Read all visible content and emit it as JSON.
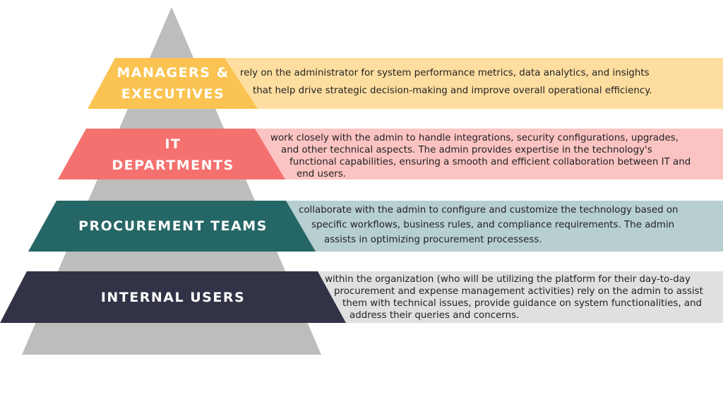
{
  "colors": {
    "pyramid": "#bdbdbb",
    "managers": "#fbc351",
    "managers_band": "#fedea0",
    "it": "#f4716f",
    "it_band": "#fbc4c3",
    "procurement": "#256766",
    "procurement_band": "#b7cfd0",
    "internal": "#323346",
    "internal_band": "#e0e0e0"
  },
  "tiers": [
    {
      "label_lines": [
        "MANAGERS &",
        "EXECUTIVES"
      ],
      "description_lines": [
        "rely on the administrator for system performance metrics, data analytics, and insights",
        "that help drive strategic decision-making and improve overall operational efficiency."
      ]
    },
    {
      "label_lines": [
        "IT",
        "DEPARTMENTS"
      ],
      "description_lines": [
        "work closely with the admin to handle integrations, security configurations, upgrades,",
        "and other technical aspects. The admin provides expertise in the technology's",
        "functional capabilities, ensuring a smooth and efficient collaboration between IT and",
        "end users."
      ]
    },
    {
      "label_lines": [
        "PROCUREMENT TEAMS"
      ],
      "description_lines": [
        "collaborate with the admin to configure and customize the technology based on",
        "specific workflows, business rules, and compliance requirements. The admin",
        "assists in optimizing procurement processess."
      ]
    },
    {
      "label_lines": [
        "INTERNAL USERS"
      ],
      "description_lines": [
        "within the organization (who will be utilizing the platform for their day-to-day",
        "procurement and expense management activities) rely on the admin to assist",
        "them with technical issues, provide guidance on system functionalities, and",
        "address their queries and concerns."
      ]
    }
  ]
}
